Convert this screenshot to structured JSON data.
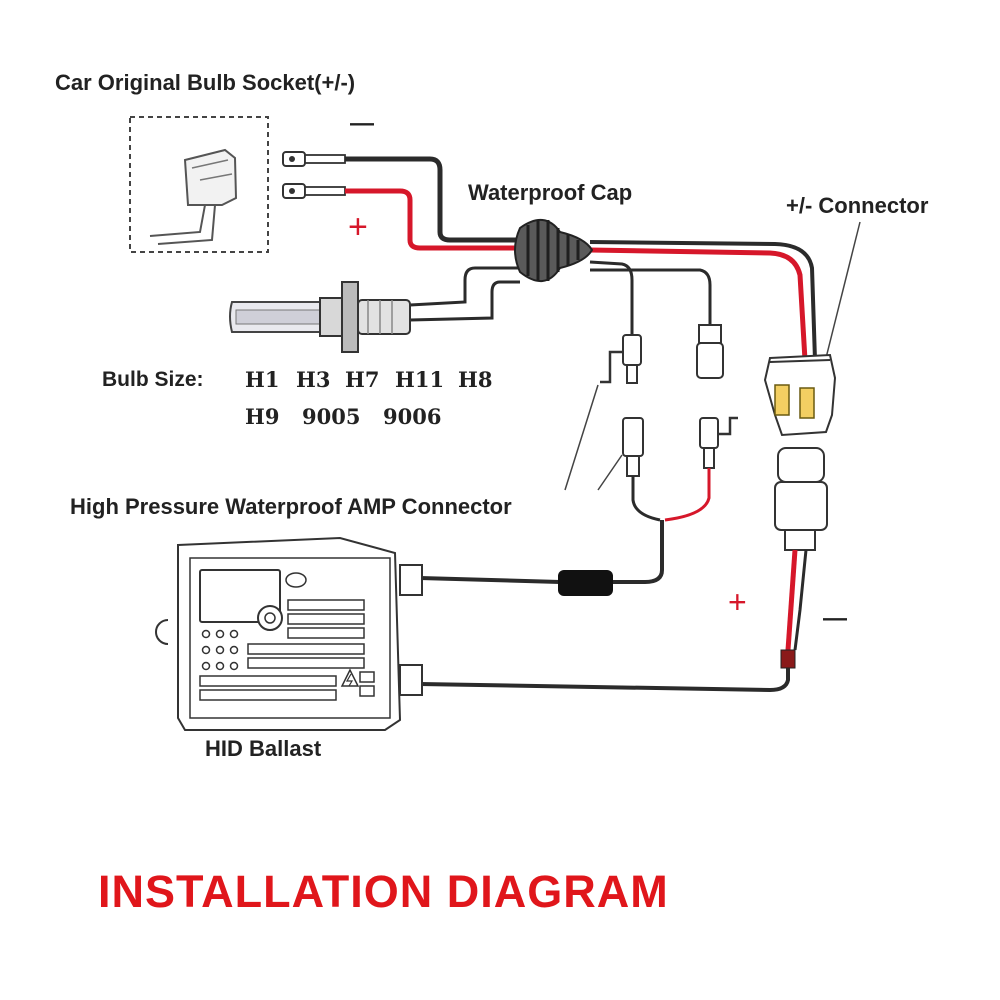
{
  "labels": {
    "socket": "Car Original Bulb Socket(+/-)",
    "waterproof_cap": "Waterproof Cap",
    "connector": "+/- Connector",
    "bulb_size_title": "Bulb Size:",
    "bulb_sizes_row1": [
      "H1",
      "H3",
      "H7",
      "H11",
      "H8"
    ],
    "bulb_sizes_row2": [
      "H9",
      "9005",
      "9006"
    ],
    "amp_connector": "High Pressure Waterproof AMP Connector",
    "ballast": "HID Ballast",
    "title": "INSTALLATION DIAGRAM"
  },
  "polarity": {
    "socket_minus": "—",
    "socket_plus": "+",
    "lower_plus": "+",
    "lower_minus": "—"
  },
  "colors": {
    "title_red": "#e0161b",
    "positive_wire": "#d6172a",
    "negative_wire": "#2b2b2b",
    "line_art": "#333333"
  },
  "icons": [
    "bulb-socket-icon",
    "hid-bulb-icon",
    "waterproof-cap-icon",
    "plus-minus-connector-icon",
    "amp-connector-icon",
    "fuse-icon",
    "hid-ballast-icon",
    "high-voltage-icon"
  ]
}
